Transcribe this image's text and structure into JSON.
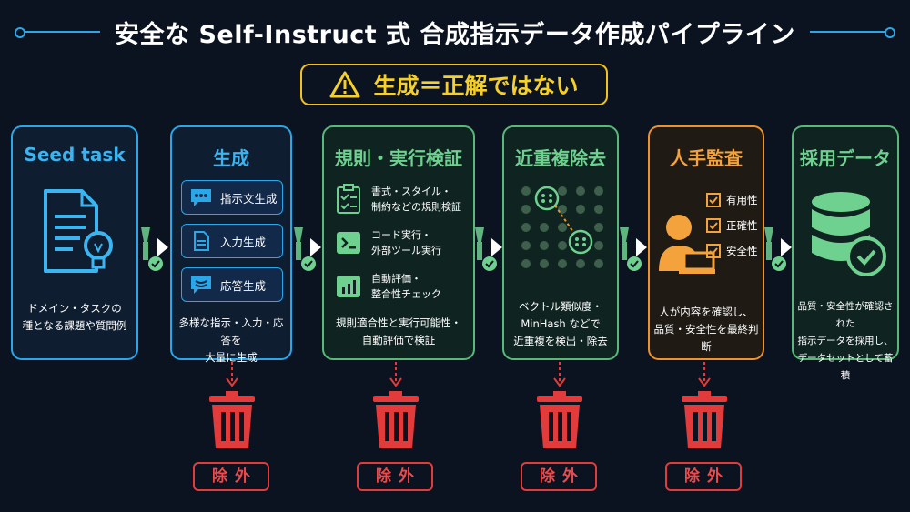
{
  "title": "安全な Self-Instruct 式 合成指示データ作成パイプライン",
  "warning": {
    "text": "生成＝正解ではない",
    "icon": "warning-triangle-icon"
  },
  "stages": [
    {
      "title": "Seed task",
      "desc_line1": "ドメイン・タスクの",
      "desc_line2": "種となる課題や質問例",
      "icon": "document-lightbulb-icon"
    },
    {
      "title": "生成",
      "items": [
        {
          "label": "指示文生成",
          "icon": "chat-bubble-icon"
        },
        {
          "label": "入力生成",
          "icon": "document-icon"
        },
        {
          "label": "応答生成",
          "icon": "reply-icon"
        }
      ],
      "desc_line1": "多様な指示・入力・応答を",
      "desc_line2": "大量に生成"
    },
    {
      "title": "規則・実行検証",
      "items": [
        {
          "line1": "書式・スタイル・",
          "line2": "制約などの規則検証",
          "icon": "checklist-icon"
        },
        {
          "line1": "コード実行・",
          "line2": "外部ツール実行",
          "icon": "terminal-icon"
        },
        {
          "line1": "自動評価・",
          "line2": "整合性チェック",
          "icon": "bar-chart-icon"
        }
      ],
      "desc_line1": "規則適合性と実行可能性・",
      "desc_line2": "自動評価で検証"
    },
    {
      "title": "近重複除去",
      "desc_line1": "ベクトル類似度・",
      "desc_line2": "MinHash などで",
      "desc_line3": "近重複を検出・除去",
      "icon": "dot-grid-dedup-icon"
    },
    {
      "title": "人手監査",
      "checks": [
        "有用性",
        "正確性",
        "安全性"
      ],
      "desc_line1": "人が内容を確認し、",
      "desc_line2": "品質・安全性を最終判断",
      "icon": "person-laptop-icon"
    },
    {
      "title": "採用データ",
      "desc_line1": "品質・安全性が確認された",
      "desc_line2": "指示データを採用し、",
      "desc_line3": "データセットとして蓄積",
      "icon": "database-check-icon"
    }
  ],
  "exclude_label": "除外",
  "colors": {
    "blue": "#2aa7e8",
    "green": "#58b979",
    "orange": "#f0922a",
    "red": "#e23b3b",
    "yellow": "#f2c11a"
  }
}
